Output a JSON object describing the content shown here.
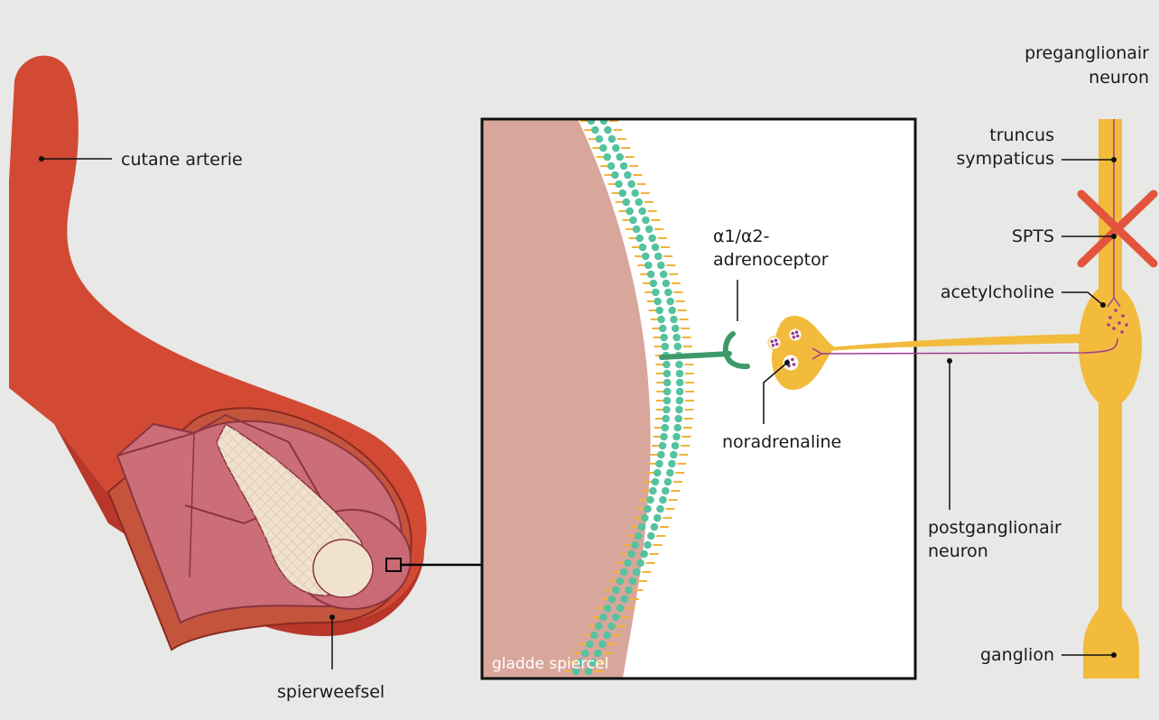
{
  "labels": {
    "cutane_arterie": "cutane arterie",
    "spierweefsel": "spierweefsel",
    "gladde_spiercel": "gladde spiercel",
    "receptor_line1": "α1/α2-",
    "receptor_line2": "adrenoceptor",
    "noradrenaline": "noradrenaline",
    "preganglionair_line1": "preganglionair",
    "preganglionair_line2": "neuron",
    "truncus_line1": "truncus",
    "truncus_line2": "sympaticus",
    "spts": "SPTS",
    "acetylcholine": "acetylcholine",
    "postganglionair_line1": "postganglionair",
    "postganglionair_line2": "neuron",
    "ganglion": "ganglion"
  },
  "colors": {
    "background": "#e8e8e7",
    "artery_red": "#d24a33",
    "artery_dark": "#b8372a",
    "muscle_pink": "#cc6e78",
    "smooth_cell": "#d9a69b",
    "membrane_teal": "#55c2a0",
    "lipid_tail_yellow": "#f2b43a",
    "receptor_green": "#3e9a6a",
    "neuron_yellow": "#f2bb3c",
    "vesicle_purple": "#9b3d8f",
    "cross_red": "#e2553c"
  },
  "icons": {
    "spts_block": "cross-icon"
  }
}
